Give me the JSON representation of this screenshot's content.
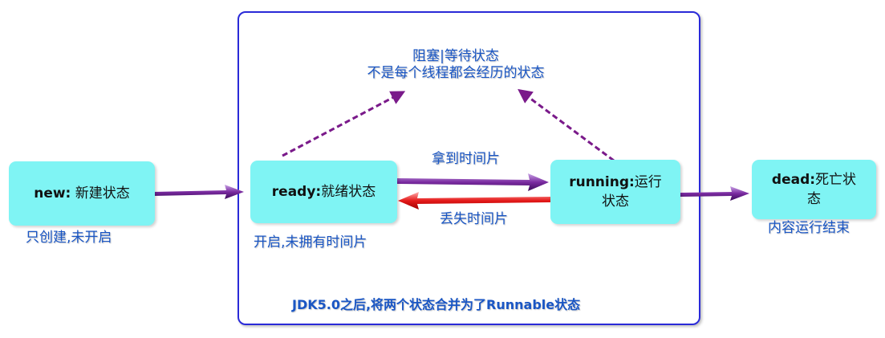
{
  "states": {
    "new": {
      "name": "new:",
      "label": "新建状态",
      "note": "只创建,未开启"
    },
    "ready": {
      "name": "ready:",
      "label": "就绪状态",
      "note": "开启,未拥有时间片"
    },
    "running": {
      "name": "running:",
      "label_line1": "运行",
      "label_line2": "状态"
    },
    "dead": {
      "name": "dead:",
      "label_line1": "死亡状",
      "label_line2": "态",
      "note": "内容运行结束"
    }
  },
  "blocked": {
    "line1": "阻塞|等待状态",
    "line2": "不是每个线程都会经历的状态"
  },
  "transitions": {
    "get_slice": "拿到时间片",
    "lose_slice": "丢失时间片"
  },
  "footer": "JDK5.0之后,将两个状态合并为了Runnable状态",
  "colors": {
    "box_fill": "#7ff4f4",
    "frame": "#2a2ad8",
    "text_blue": "#1a56c4",
    "arrow_purple": "#7a2aa0",
    "arrow_red": "#e41818",
    "dashed_purple": "#7a1a8a"
  }
}
